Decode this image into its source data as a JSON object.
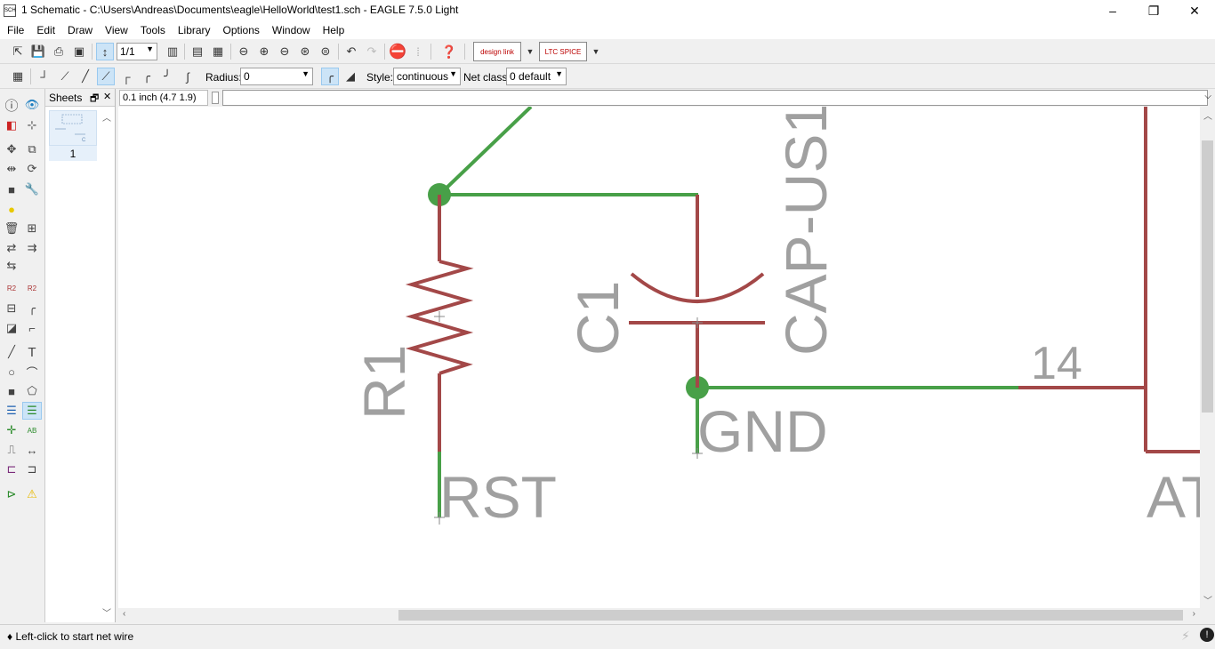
{
  "window": {
    "title": "1 Schematic - C:\\Users\\Andreas\\Documents\\eagle\\HelloWorld\\test1.sch - EAGLE 7.5.0 Light",
    "minimize": "–",
    "restore": "❐",
    "close": "✕"
  },
  "menu": [
    "File",
    "Edit",
    "Draw",
    "View",
    "Tools",
    "Library",
    "Options",
    "Window",
    "Help"
  ],
  "toolbar": {
    "sheet_select": "1/1",
    "designlink_label": "design link",
    "ltspice_label": "LTC SPICE"
  },
  "wire_toolbar": {
    "radius_label": "Radius:",
    "radius_value": "0",
    "style_label": "Style:",
    "style_value": "continuous",
    "netclass_label": "Net class:",
    "netclass_value": "0 default"
  },
  "command": {
    "coordinate": "0.1 inch (4.7 1.9)",
    "input_value": ""
  },
  "sheets_panel": {
    "title": "Sheets",
    "float_icon": "🗗",
    "close_icon": "✕",
    "sheet_number": "1"
  },
  "schematic": {
    "resistor_name": "R1",
    "capacitor_name": "C1",
    "capacitor_value": "CAP-US1",
    "gnd_label": "GND",
    "rst_label": "RST",
    "pin_number": "14",
    "chip_label": "AT",
    "colors": {
      "net": "#48a048",
      "component": "#a34848",
      "text": "#a0a0a0"
    }
  },
  "status": {
    "message": "♦ Left-click to start net wire"
  }
}
